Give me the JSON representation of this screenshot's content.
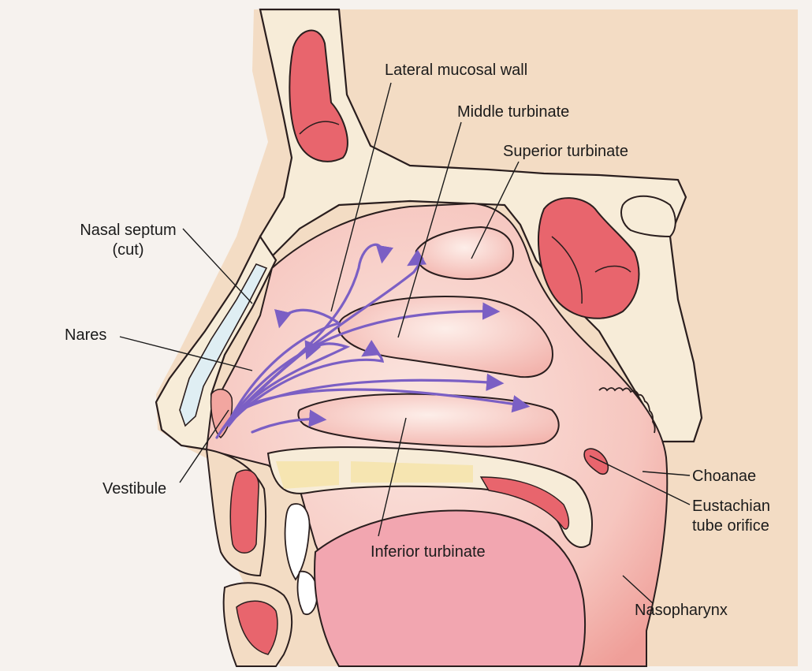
{
  "labels": {
    "lateral_mucosal_wall": "Lateral mucosal wall",
    "middle_turbinate": "Middle turbinate",
    "superior_turbinate": "Superior turbinate",
    "nasal_septum": "Nasal septum",
    "nasal_septum_note": "(cut)",
    "nares": "Nares",
    "vestibule": "Vestibule",
    "inferior_turbinate": "Inferior turbinate",
    "choanae": "Choanae",
    "eustachian_line1": "Eustachian",
    "eustachian_line2": "tube orifice",
    "nasopharynx": "Nasopharynx"
  },
  "colors": {
    "background": "#f6f2ee",
    "skin": "#f3dcc4",
    "bone": "#f7ecd8",
    "cavity_pink": "#f7c9c2",
    "mucosa": "#f0a39c",
    "sinus_red": "#e8656d",
    "airflow": "#7b5fc4",
    "outline": "#2a1e1e",
    "leader": "#1b1b1b"
  }
}
